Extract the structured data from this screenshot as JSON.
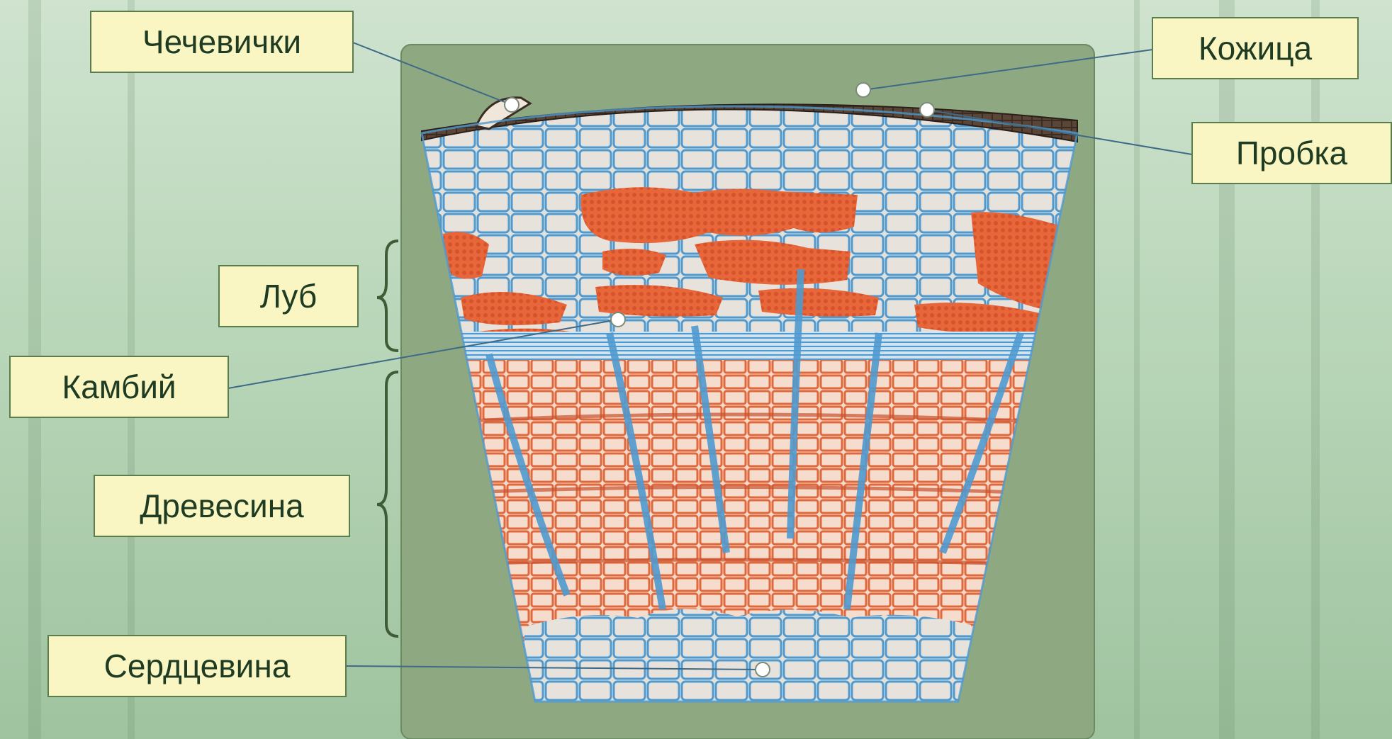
{
  "labels": {
    "lenticels": "Чечевички",
    "skin": "Кожица",
    "cork": "Пробка",
    "bast": "Луб",
    "cambium": "Камбий",
    "wood": "Древесина",
    "pith": "Сердцевина"
  },
  "colors": {
    "background": "#b9d6b9",
    "panel": "#8ea882",
    "cell_blue": "#4f9ad0",
    "cell_fill": "#e4e0d8",
    "wood_red": "#e0683d",
    "wood_fill": "#f3d9c9",
    "cork_dark": "#3b2d23",
    "label_fill": "#f9f6c4",
    "label_border": "#5a7d4d"
  }
}
